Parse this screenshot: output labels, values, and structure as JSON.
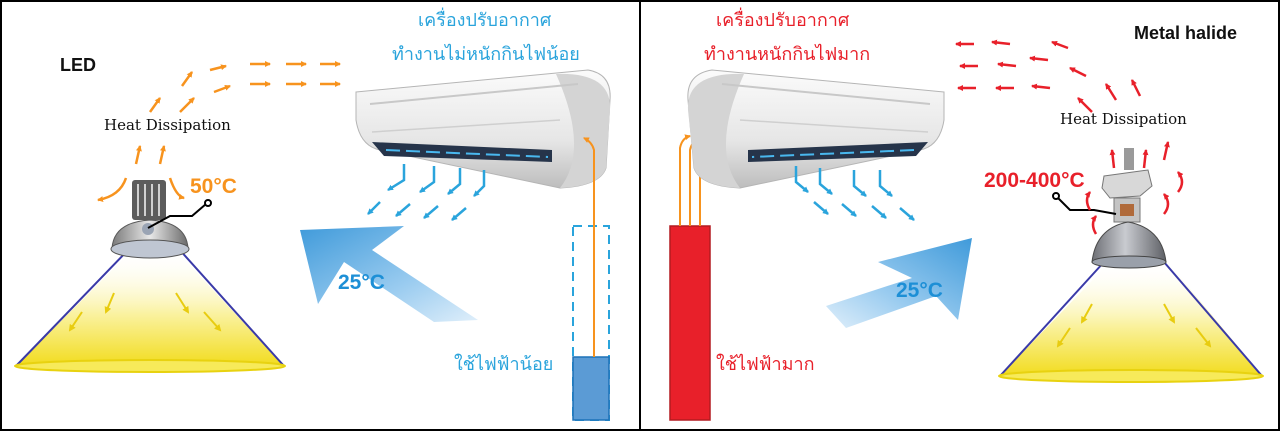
{
  "panels": {
    "left": {
      "label": "LED",
      "heat_label": "Heat Dissipation",
      "lamp_temp": "50°C",
      "ac_title_line1": "เครื่องปรับอากาศ",
      "ac_title_line2": "ทำงานไม่หนักกินไฟน้อย",
      "room_temp": "25°C",
      "power_label": "ใช้ไฟฟ้าน้อย"
    },
    "right": {
      "label": "Metal halide",
      "heat_label": "Heat Dissipation",
      "lamp_temp": "200-400°C",
      "ac_title_line1": "เครื่องปรับอากาศ",
      "ac_title_line2": "ทำงานหนักกินไฟมาก",
      "room_temp": "25°C",
      "power_label": "ใช้ไฟฟ้ามาก"
    }
  },
  "colors": {
    "led_heat_arrow": "#f7931e",
    "mh_heat_arrow": "#e8202a",
    "cool_air": "#2aa4dc",
    "light_cone": "#f5e23a",
    "cone_edge": "#3a3aa8",
    "power_low": "#5b9bd5",
    "power_high": "#e8202a"
  },
  "icons": [
    "led-highbay-lamp",
    "metal-halide-lamp",
    "split-air-conditioner",
    "heat-arrow",
    "cool-air-arrow"
  ]
}
